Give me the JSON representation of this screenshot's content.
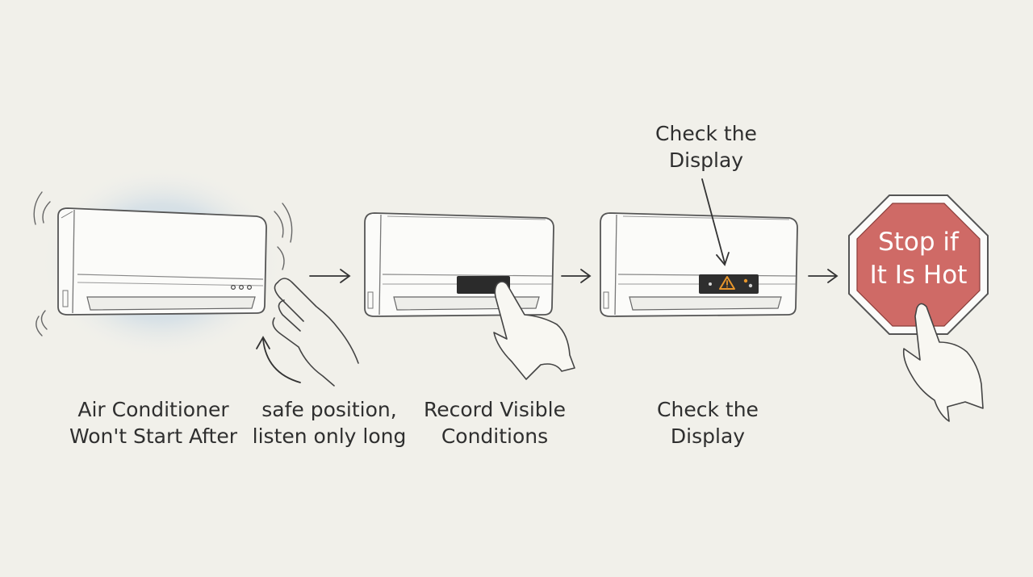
{
  "steps": [
    {
      "caption_line1": "Air Conditioner",
      "caption_line2": "Won't Start After"
    },
    {
      "caption_line1": "safe position,",
      "caption_line2": "listen only long"
    },
    {
      "caption_line1": "Record Visible",
      "caption_line2": "Conditions"
    },
    {
      "caption_line1": "Check the",
      "caption_line2": "Display"
    }
  ],
  "callout": {
    "line1": "Check the",
    "line2": "Display"
  },
  "stop_sign": {
    "line1": "Stop if",
    "line2": "It Is Hot"
  },
  "icons": [
    "ac-unit-icon",
    "hand-icon",
    "arrow-right-icon",
    "warning-icon",
    "stop-sign-icon"
  ],
  "colors": {
    "background": "#f1f0ea",
    "glow": "#a9c3dc",
    "stop_sign": "#cf6a66",
    "warning": "#e8962b",
    "display_panel": "#2b2b2b"
  }
}
